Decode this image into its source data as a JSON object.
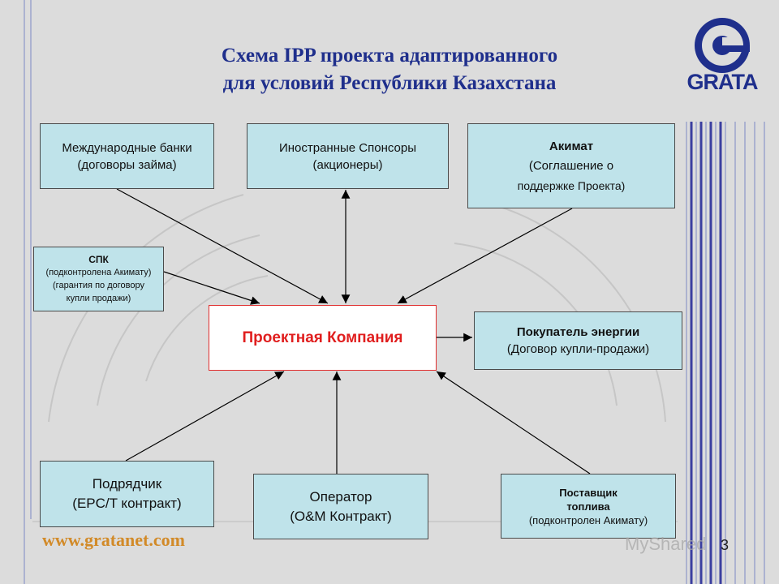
{
  "title": {
    "line1": "Схема IPP проекта адаптированного",
    "line2": "для условий Республики Казахстана"
  },
  "logo": {
    "text": "GRATA"
  },
  "center": {
    "label": "Проектная Компания"
  },
  "boxes": {
    "banks": {
      "line1": "Международные банки",
      "line2": "(договоры займа)"
    },
    "sponsors": {
      "line1": "Иностранные Спонсоры",
      "line2": "(акционеры)"
    },
    "akimat": {
      "line1": "Акимат",
      "line2": "(Соглашение о",
      "line3": "поддержке Проекта)"
    },
    "spk": {
      "line1": "СПК",
      "line2": "(подконтролена Акимату)",
      "line3": "(гарантия по договору",
      "line4": "купли продажи)"
    },
    "buyer": {
      "line1": "Покупатель энергии",
      "line2": "(Договор купли-продажи)"
    },
    "contractor": {
      "line1": "Подрядчик",
      "line2": "(EPC/T  контракт)"
    },
    "operator": {
      "line1": "Оператор",
      "line2": "(O&M Контракт)"
    },
    "supplier": {
      "line1": "Поставщик",
      "line2": "топлива",
      "line3": "(подконтролен Акимату)"
    }
  },
  "footer": {
    "website": "www.gratanet.com",
    "page_number": "3"
  },
  "watermark": {
    "text": "MyShared"
  },
  "colors": {
    "background": "#dcdcdc",
    "box_fill": "#bfe3ea",
    "title": "#1f2f8c",
    "center_text": "#e01e1e",
    "center_border": "#e03030",
    "website": "#d28a28"
  }
}
